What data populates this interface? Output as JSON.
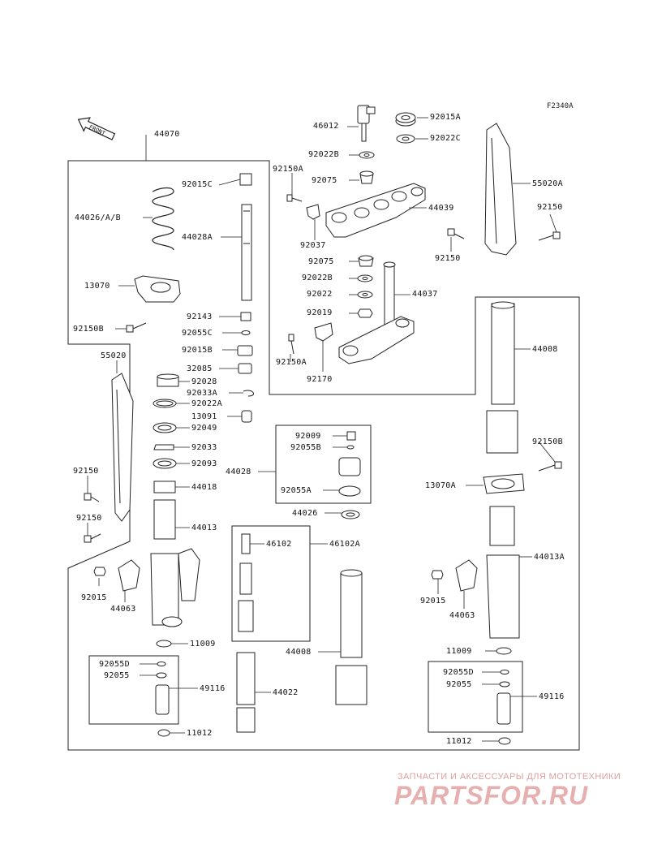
{
  "figure_code": "F2340A",
  "front_label": "FRONT",
  "labels": {
    "p46012": "46012",
    "p92015A": "92015A",
    "p92022C": "92022C",
    "p92022B_top": "92022B",
    "p92150A_top": "92150A",
    "p92075_top": "92075",
    "p44039": "44039",
    "p92037": "92037",
    "p92075_mid": "92075",
    "p92022B_mid": "92022B",
    "p92022": "92022",
    "p44037": "44037",
    "p92019": "92019",
    "p92150A_bot": "92150A",
    "p92170": "92170",
    "p55020A": "55020A",
    "p92150_r1": "92150",
    "p92150_r2": "92150",
    "p44070": "44070",
    "p92015C": "92015C",
    "p44026": "44026/A/B",
    "p44028A": "44028A",
    "p13070": "13070",
    "p92143": "92143",
    "p92150B_l": "92150B",
    "p92055C": "92055C",
    "p92015B": "92015B",
    "p32085": "32085",
    "p92028": "92028",
    "p92033A": "92033A",
    "p92022A": "92022A",
    "p13091": "13091",
    "p92049": "92049",
    "p92033": "92033",
    "p92093": "92093",
    "p44018": "44018",
    "p44013": "44013",
    "p55020": "55020",
    "p92150_l1": "92150",
    "p92150_l2": "92150",
    "p92015_l": "92015",
    "p44063_l": "44063",
    "p11009_l": "11009",
    "p92055D_l": "92055D",
    "p92055_l": "92055",
    "p49116_l": "49116",
    "p11012_l": "11012",
    "p92009": "92009",
    "p92055B": "92055B",
    "p44028": "44028",
    "p92055A": "92055A",
    "p44026_c": "44026",
    "p46102": "46102",
    "p46102A": "46102A",
    "p44008": "44008",
    "p44022": "44022",
    "p44008_r": "44008",
    "p92150B_r": "92150B",
    "p13070A": "13070A",
    "p44013A": "44013A",
    "p92015_r": "92015",
    "p44063_r": "44063",
    "p11009_r": "11009",
    "p92055D_r": "92055D",
    "p92055_r": "92055",
    "p49116_r": "49116",
    "p11012_r": "11012"
  },
  "watermark": {
    "line1": "ЗАПЧАСТИ И АКСЕССУАРЫ ДЛЯ МОТОТЕХНИКИ",
    "line2": "PARTSFOR.RU"
  }
}
